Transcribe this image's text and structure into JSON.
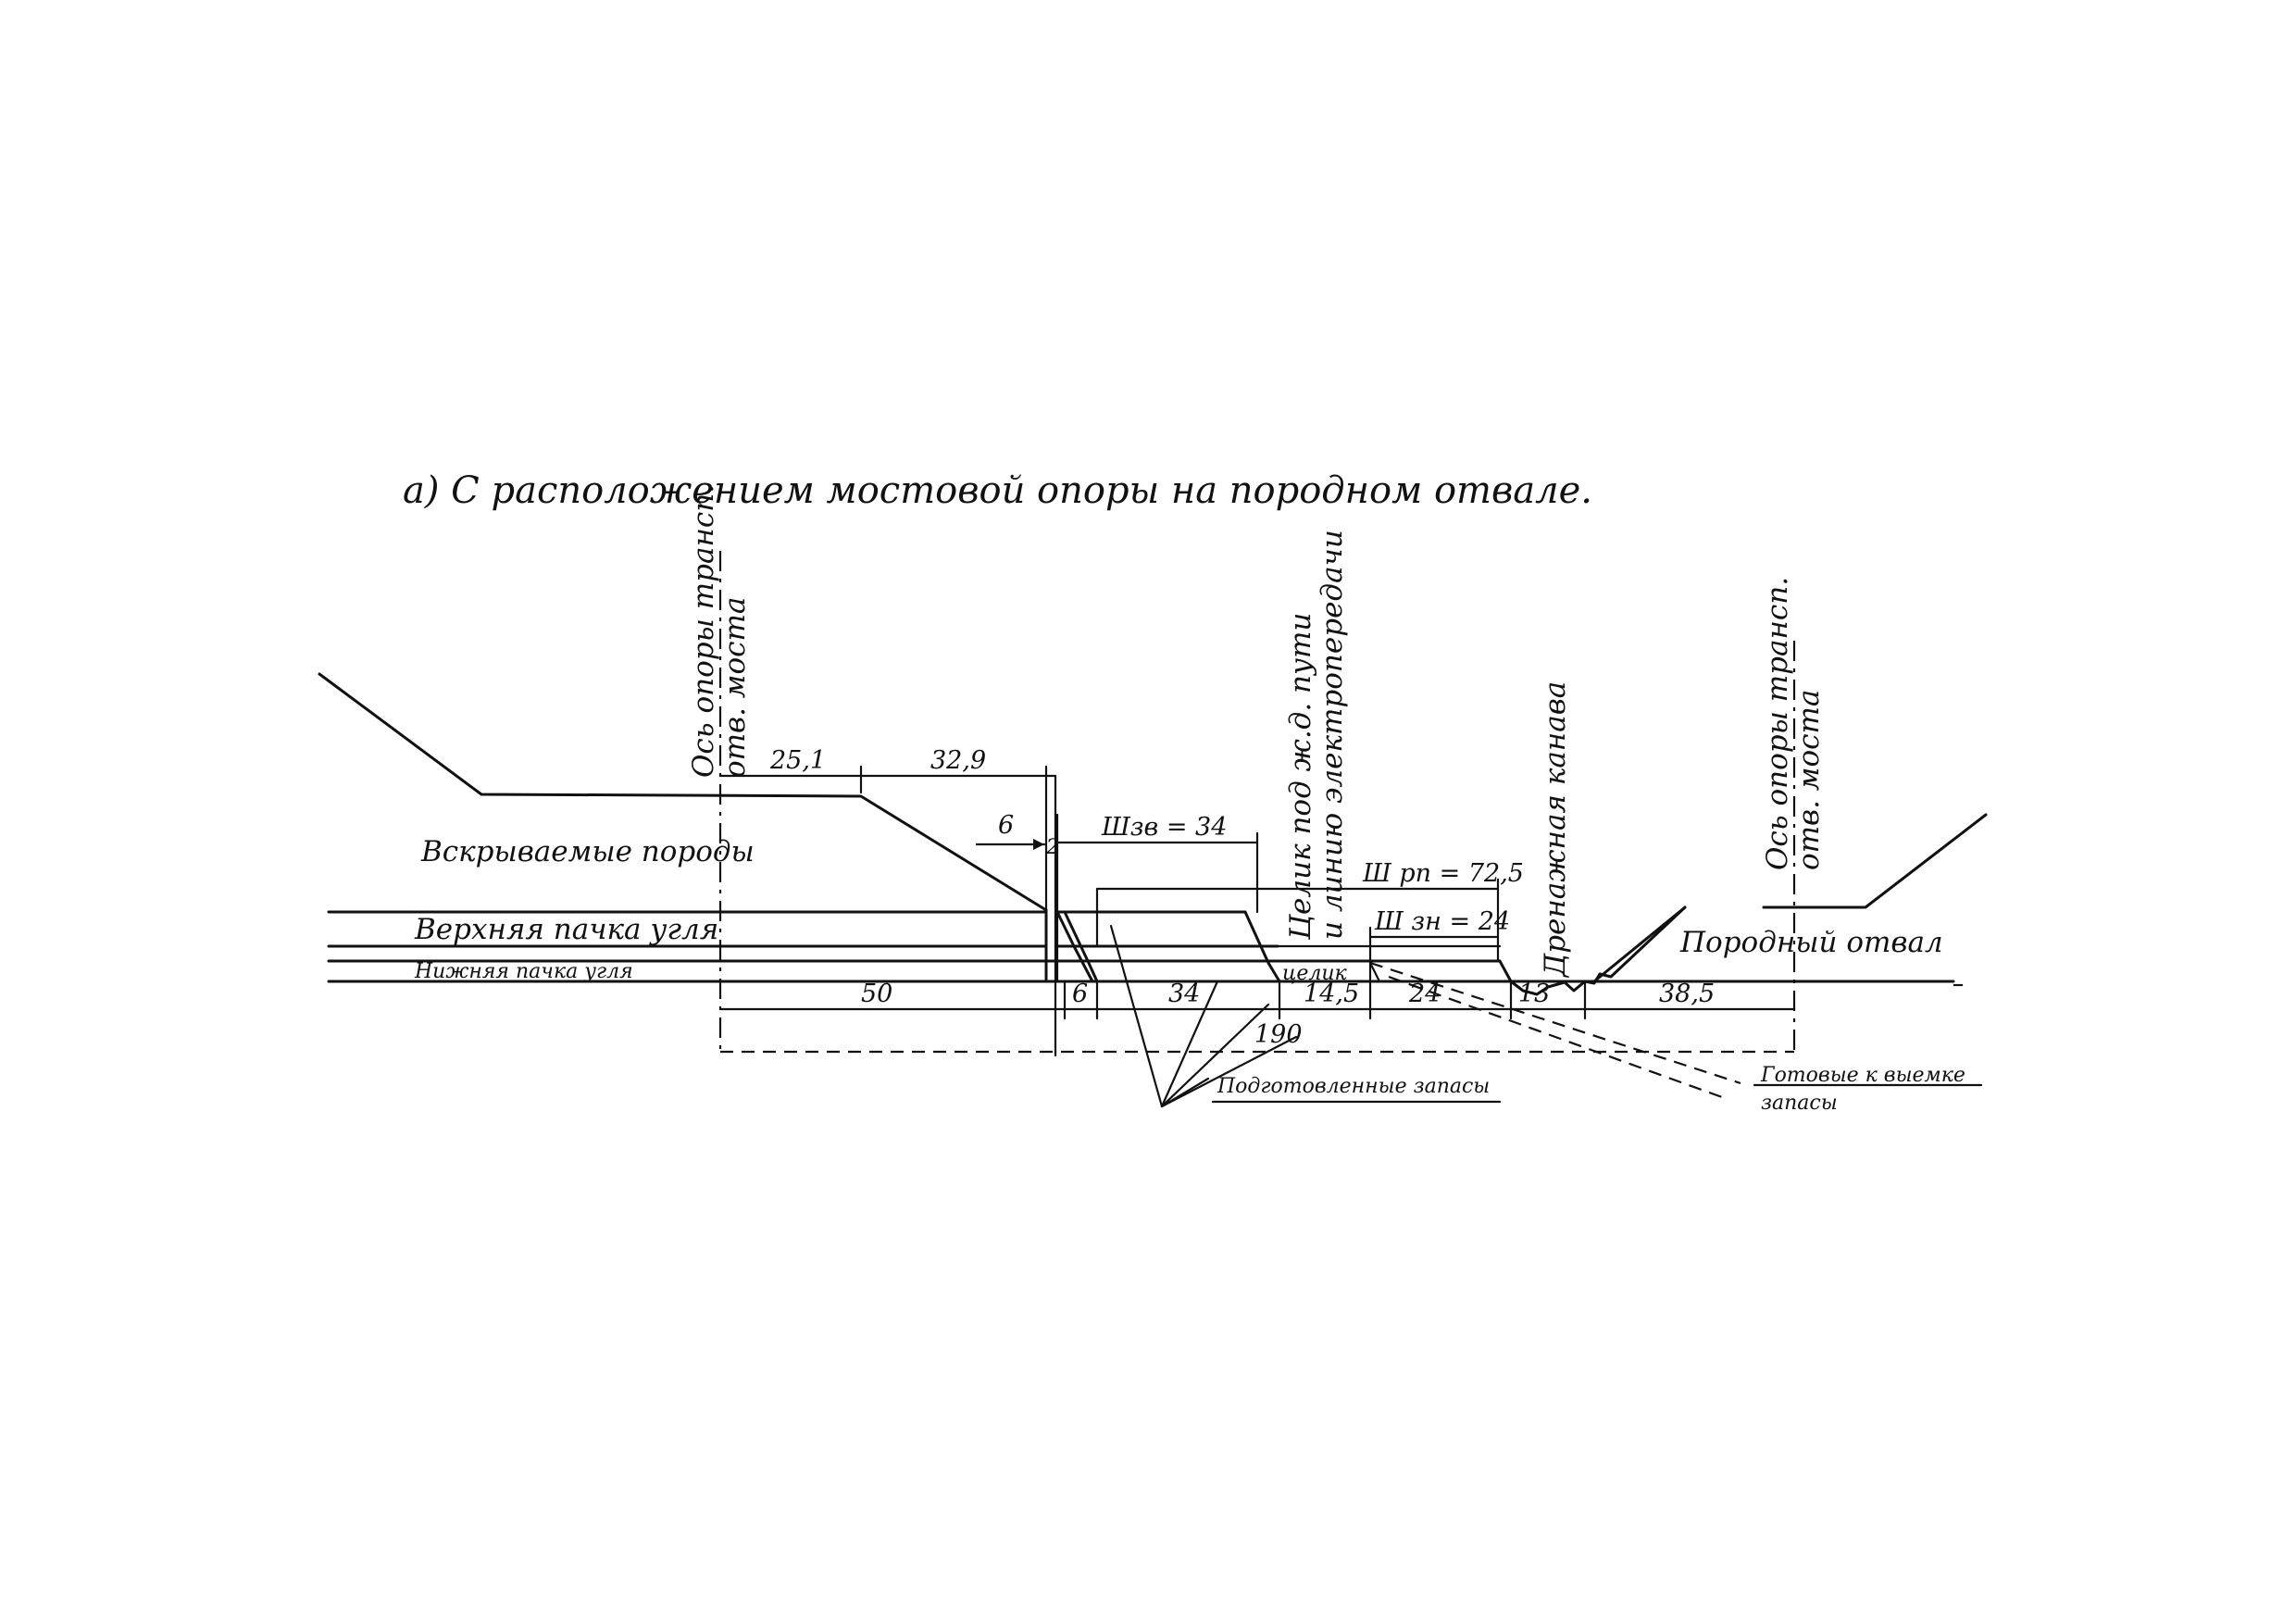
{
  "title": "а) С расположением мостовой опоры на породном отвале.",
  "labels": {
    "axis_left_line1": "Ось опоры трансп.",
    "axis_left_line2": "отв. моста",
    "axis_right_line1": "Ось опоры трансп.",
    "axis_right_line2": "отв. моста",
    "overburden": "Вскрываемые породы",
    "upper_seam": "Верхняя пачка угля",
    "lower_seam": "Нижняя пачка угля",
    "pillar_line1": "Целик под ж.д. пути",
    "pillar_line2": "и линию электропередачи",
    "drain": "Дренажная канава",
    "dump": "Породный отвал",
    "pillar_small": "целик",
    "prepared": "Подготовленные запасы",
    "ready_line1": "Готовые к выемке",
    "ready_line2": "запасы"
  },
  "dimensions": {
    "d_25_1": "25,1",
    "d_32_9": "32,9",
    "d_6_top": "6",
    "d_2": "2",
    "w_zv": "Шзв = 34",
    "w_rp": "Ш рп = 72,5",
    "w_zn": "Ш зн = 24",
    "b_50": "50",
    "b_6": "6",
    "b_34": "34",
    "b_14_5": "14,5",
    "b_24": "24",
    "b_13": "13",
    "b_38_5": "38,5",
    "b_190": "190"
  }
}
